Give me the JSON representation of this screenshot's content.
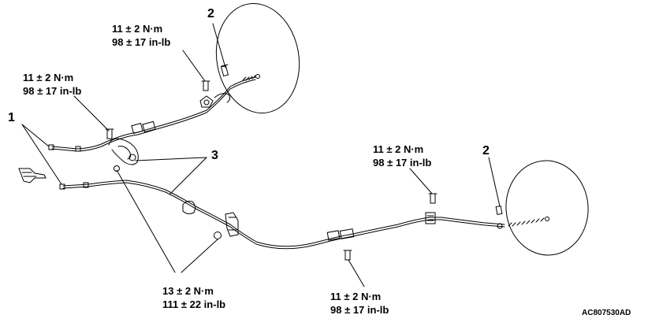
{
  "callouts": {
    "c1": "1",
    "c2_top": "2",
    "c2_right": "2",
    "c3": "3"
  },
  "torques": {
    "top_center": {
      "metric": "11 ± 2 N·m",
      "imperial": "98 ± 17 in-lb"
    },
    "left": {
      "metric": "11 ± 2 N·m",
      "imperial": "98 ± 17 in-lb"
    },
    "right_mid": {
      "metric": "11 ± 2 N·m",
      "imperial": "98 ± 17 in-lb"
    },
    "bottom_left": {
      "metric": "13 ± 2 N·m",
      "imperial": "111 ± 22 in-lb"
    },
    "bottom_mid": {
      "metric": "11 ± 2 N·m",
      "imperial": "98 ± 17 in-lb"
    }
  },
  "figure_code": "AC807530AD",
  "colors": {
    "ink": "#000000",
    "background": "#ffffff"
  }
}
